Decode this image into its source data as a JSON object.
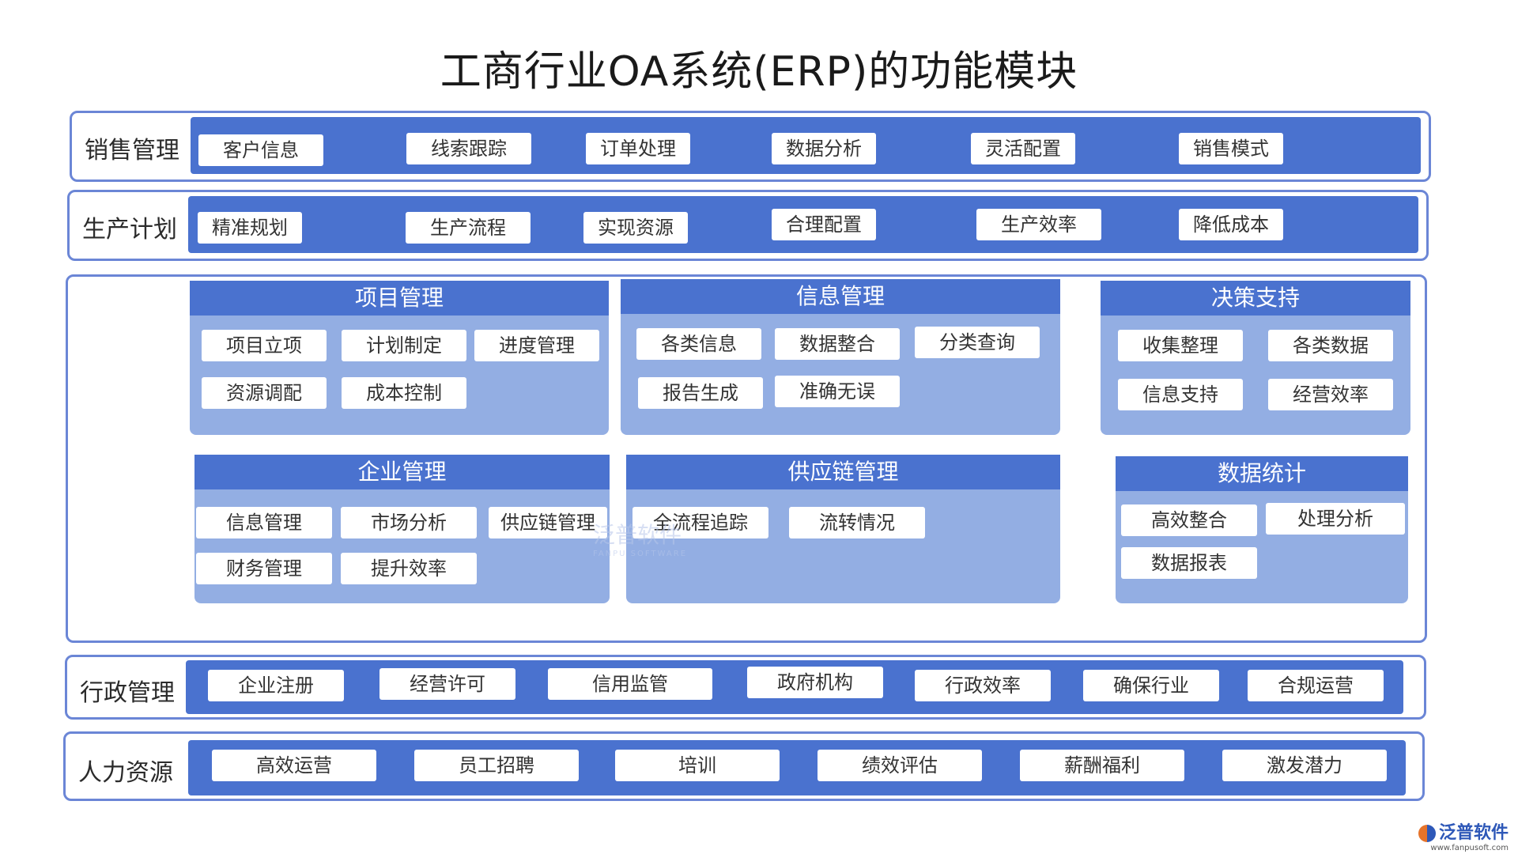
{
  "title": "工商行业OA系统(ERP)的功能模块",
  "rows": {
    "sales": {
      "label": "销售管理",
      "items": [
        "客户信息",
        "线索跟踪",
        "订单处理",
        "数据分析",
        "灵活配置",
        "销售模式"
      ]
    },
    "production": {
      "label": "生产计划",
      "items": [
        "精准规划",
        "生产流程",
        "实现资源",
        "合理配置",
        "生产效率",
        "降低成本"
      ]
    },
    "admin": {
      "label": "行政管理",
      "items": [
        "企业注册",
        "经营许可",
        "信用监管",
        "政府机构",
        "行政效率",
        "确保行业",
        "合规运营"
      ]
    },
    "hr": {
      "label": "人力资源",
      "items": [
        "高效运营",
        "员工招聘",
        "培训",
        "绩效评估",
        "薪酬福利",
        "激发潜力"
      ]
    }
  },
  "panels": {
    "project": {
      "title": "项目管理",
      "items": [
        "项目立项",
        "计划制定",
        "进度管理",
        "资源调配",
        "成本控制"
      ]
    },
    "info": {
      "title": "信息管理",
      "items": [
        "各类信息",
        "数据整合",
        "分类查询",
        "报告生成",
        "准确无误"
      ]
    },
    "decision": {
      "title": "决策支持",
      "items": [
        "收集整理",
        "各类数据",
        "信息支持",
        "经营效率"
      ]
    },
    "enterprise": {
      "title": "企业管理",
      "items": [
        "信息管理",
        "市场分析",
        "供应链管理",
        "财务管理",
        "提升效率"
      ]
    },
    "supply": {
      "title": "供应链管理",
      "items": [
        "全流程追踪",
        "流转情况"
      ]
    },
    "stats": {
      "title": "数据统计",
      "items": [
        "高效整合",
        "处理分析",
        "数据报表"
      ]
    }
  },
  "watermark": {
    "main": "泛普软件",
    "sub": "FANPU SOFTWARE"
  },
  "logo": {
    "name": "泛普软件",
    "url": "www.fanpusoft.com"
  },
  "colors": {
    "bar": "#4a72cf",
    "panel": "#93aee3",
    "border": "#6b86d6"
  }
}
